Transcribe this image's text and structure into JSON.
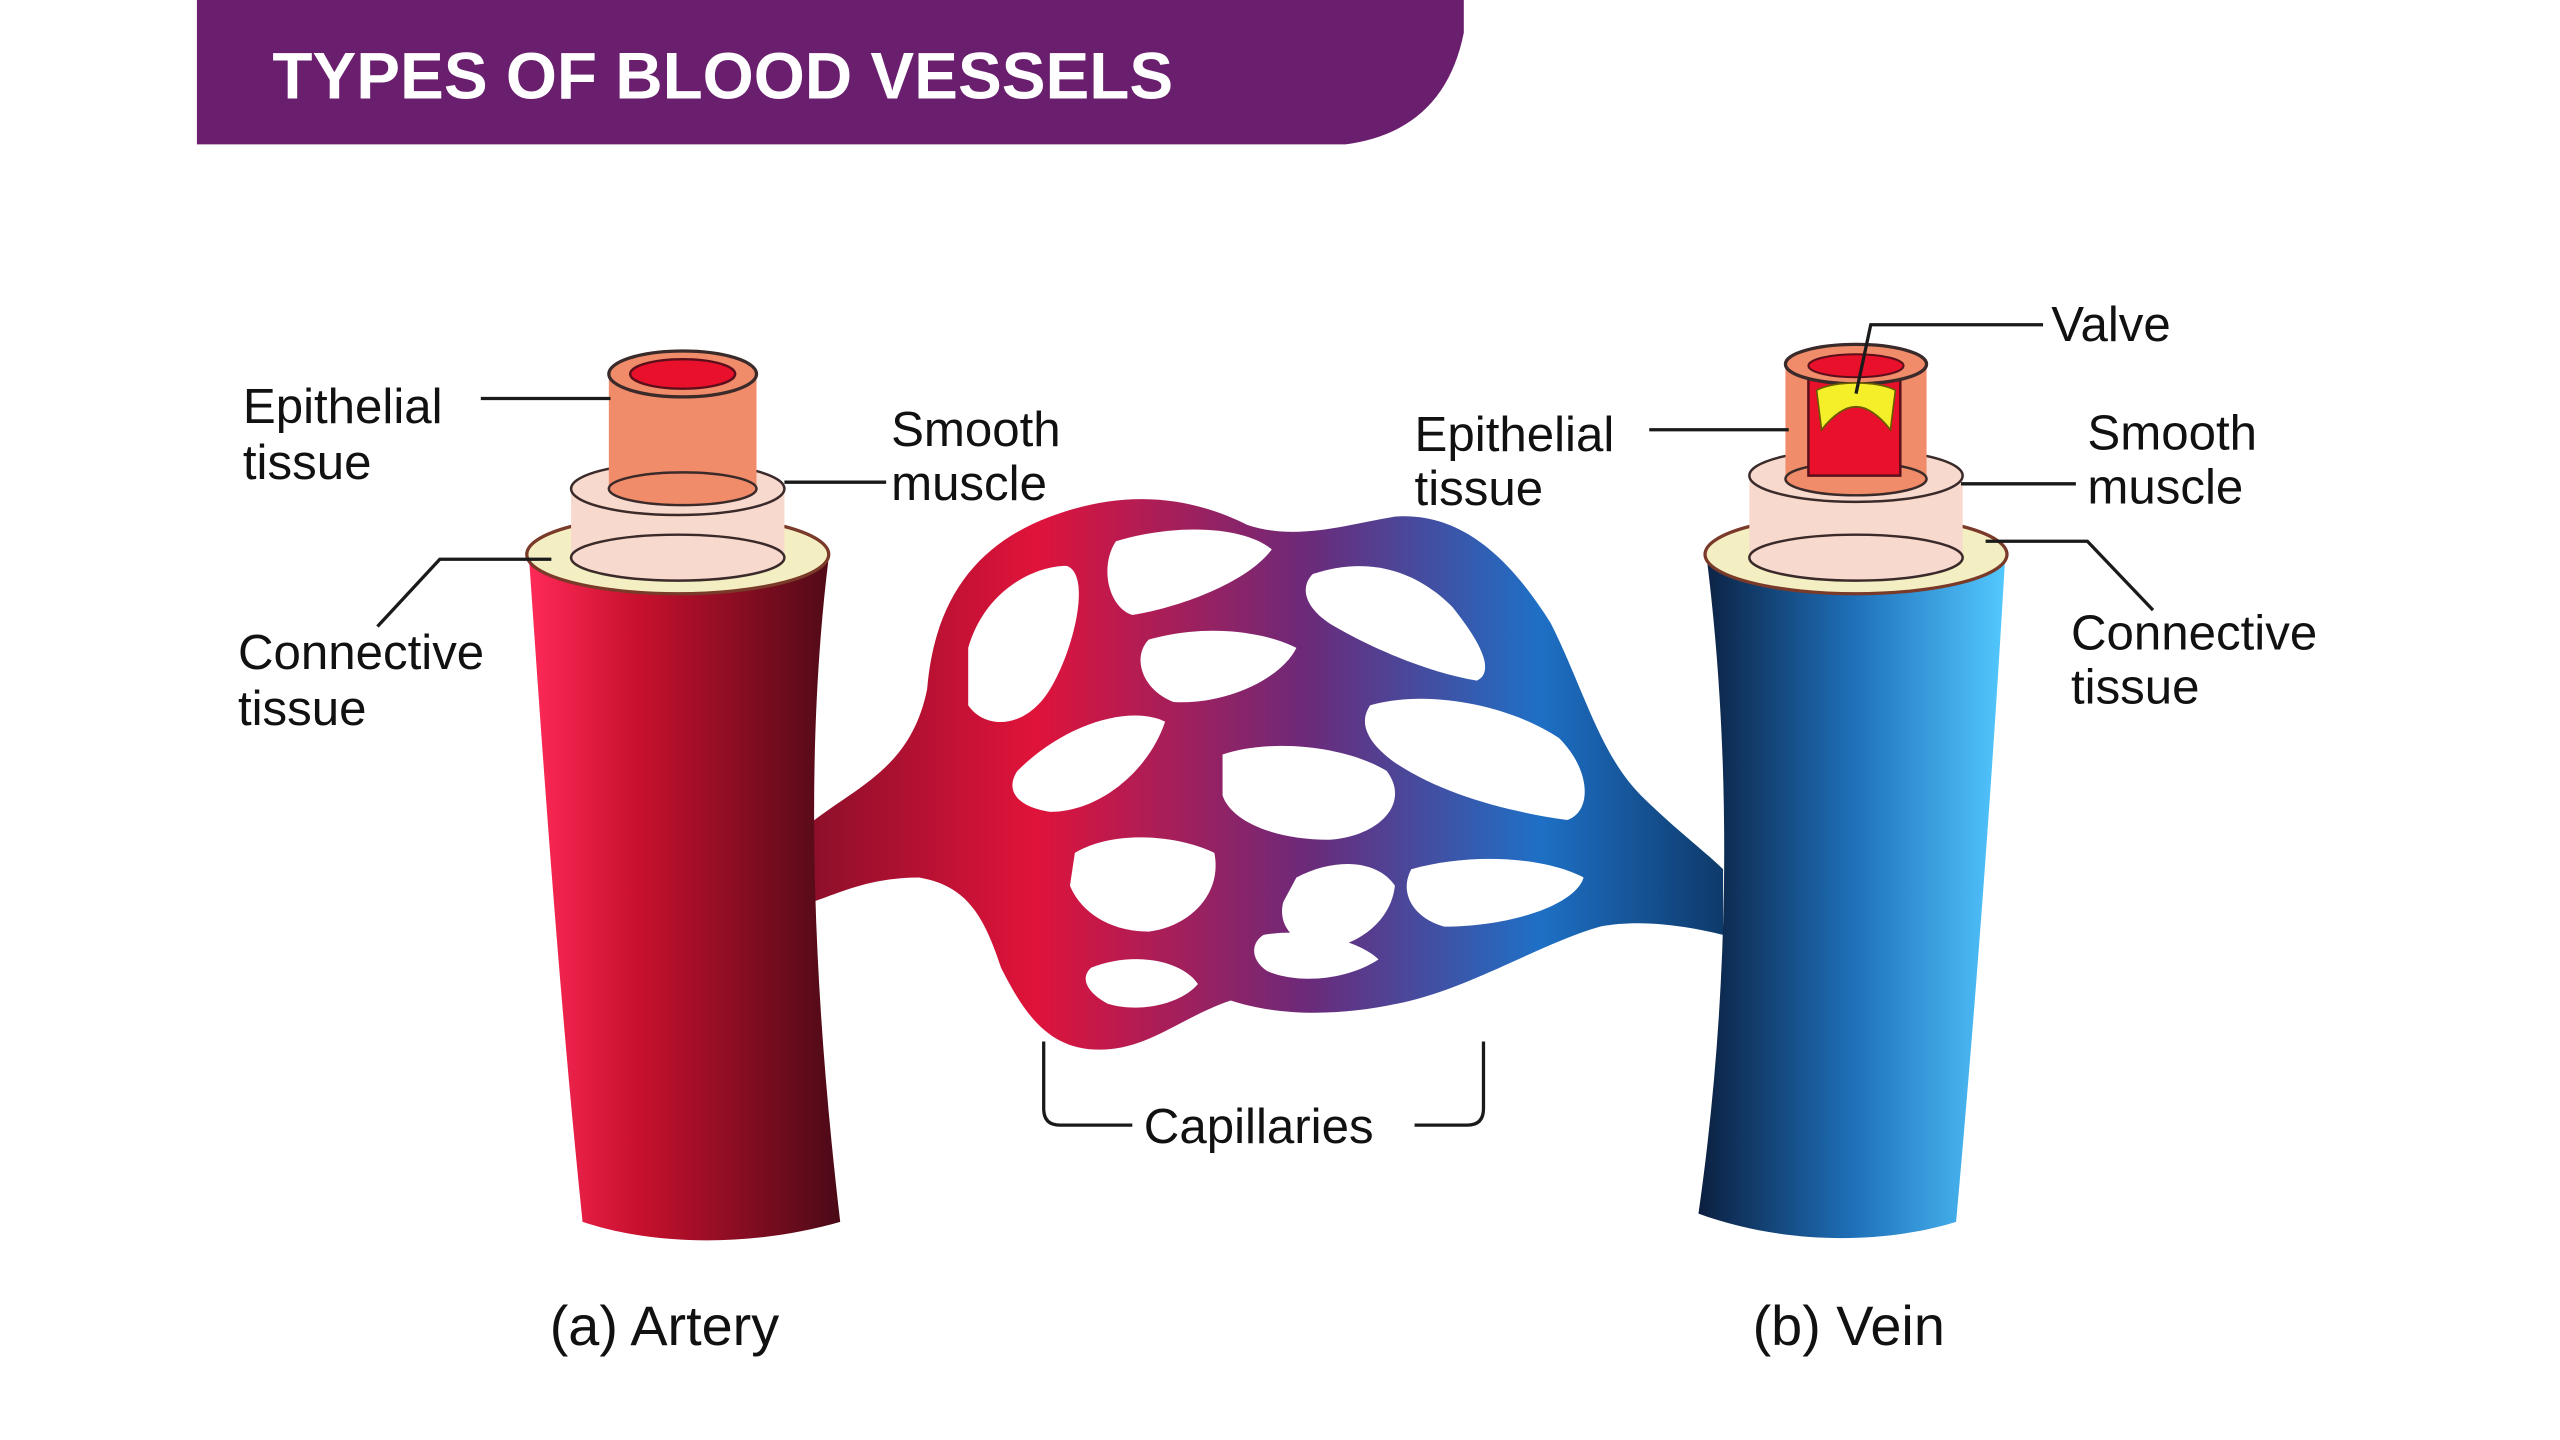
{
  "title": "TYPES OF BLOOD VESSELS",
  "colors": {
    "banner": "#6a1f6e",
    "artery": "#c8102e",
    "artery_dark": "#5a0f1a",
    "vein": "#2e9fe0",
    "vein_dark": "#0e2f55",
    "epithelial": "#f08c6a",
    "smooth_muscle": "#f8d9cd",
    "connective": "#f4efc2",
    "lumen": "#e8102a",
    "valve": "#f5ef2a"
  },
  "labels": {
    "artery_epithelial": [
      "Epithelial",
      "tissue"
    ],
    "artery_smooth": [
      "Smooth",
      "muscle"
    ],
    "artery_connective": [
      "Connective",
      "tissue"
    ],
    "vein_valve": "Valve",
    "vein_epithelial": [
      "Epithelial",
      "tissue"
    ],
    "vein_smooth": [
      "Smooth",
      "muscle"
    ],
    "vein_connective": [
      "Connective",
      "tissue"
    ],
    "capillaries": "Capillaries",
    "artery_caption": "(a) Artery",
    "vein_caption": "(b) Vein"
  }
}
